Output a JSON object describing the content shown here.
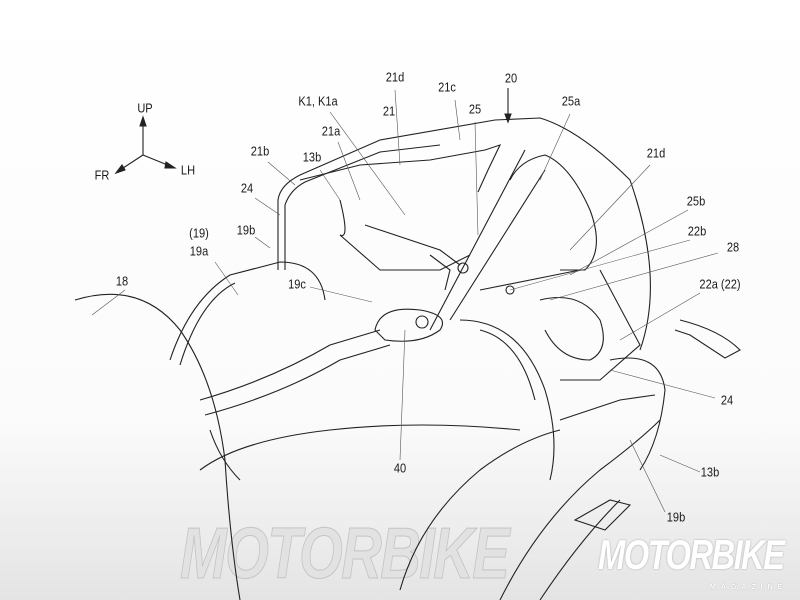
{
  "axes": {
    "up": "UP",
    "front": "FR",
    "left": "LH"
  },
  "labels": {
    "l18": "18",
    "l19": "(19)",
    "l19a": "19a",
    "l19b_left": "19b",
    "l19c": "19c",
    "l24_left": "24",
    "l21b": "21b",
    "l13b_top": "13b",
    "l21a": "21a",
    "lK1": "K1, K1a",
    "l21d_top": "21d",
    "l21": "21",
    "l21c": "21c",
    "l20": "20",
    "l25": "25",
    "l25a": "25a",
    "l21d_right": "21d",
    "l25b": "25b",
    "l22b": "22b",
    "l28": "28",
    "l22a": "22a (22)",
    "l24_right": "24",
    "l40": "40",
    "l13b_bottom": "13b",
    "l19b_bottom": "19b"
  },
  "logo": {
    "title": "MOTORBIKE",
    "subtitle": "MAGAZINE",
    "watermark": "MOTORBIKE"
  }
}
